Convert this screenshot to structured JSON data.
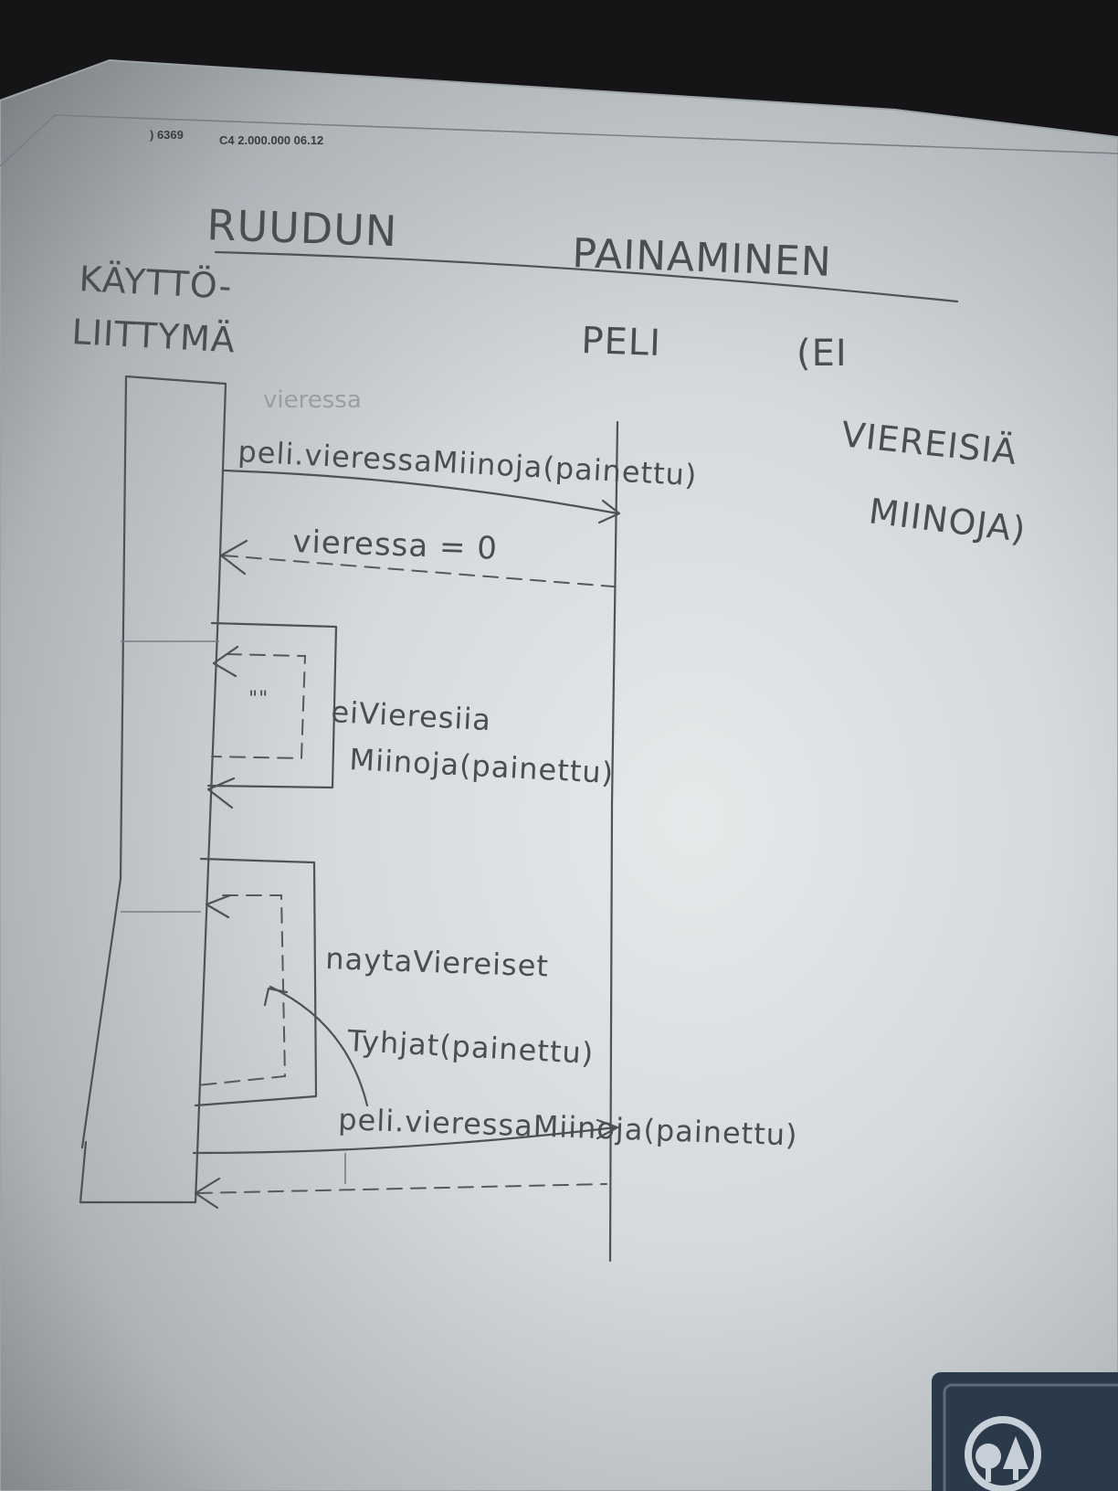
{
  "printed_header": {
    "code_left": ") 6369",
    "code_right": "C4 2.000.000 06.12"
  },
  "diagram": {
    "title_left": "RUUDUN",
    "title_right": "PAINAMINEN",
    "participants": {
      "ui_line1": "KÄYTTÖ-",
      "ui_line2": "LIITTYMÄ",
      "game": "PELI"
    },
    "note": {
      "line1": "(EI",
      "line2": "VIEREISIÄ",
      "line3": "MIINOJA)"
    },
    "messages": {
      "call_1": "peli.vieressaMiinoja(painettu)",
      "return_1": "vieressa = 0",
      "self_call_1_line1": "eiVieresiia",
      "self_call_1_line2": "Miinoja(painettu)",
      "self_return_1": "\"\"",
      "self_call_2_line1": "naytaViereiset",
      "self_call_2_line2": "Tyhjat(painettu)",
      "call_2": "peli.vieressaMiinoja(painettu)"
    }
  },
  "colors": {
    "ink": "#4e5156",
    "paper": "#e6e9ea",
    "background": "#1a1a1c",
    "badge": "#2b3a4a"
  },
  "icons": {
    "corner_badge": "recycle-tree-icon"
  }
}
